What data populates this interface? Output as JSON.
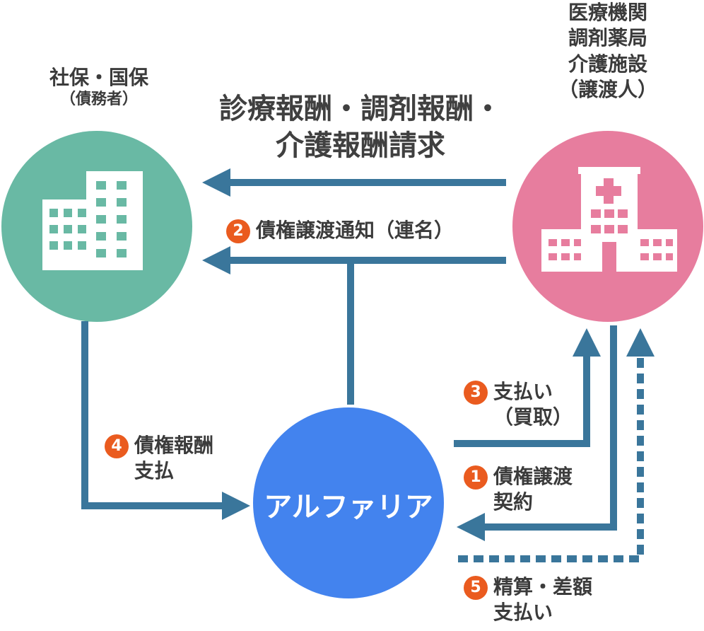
{
  "colors": {
    "arrow": "#3a769b",
    "debtor_circle": "#69b9a4",
    "transferor_circle": "#e77d9e",
    "alpharia_circle": "#4383ee",
    "badge": "#ea5b1f",
    "text": "#3b3b3b",
    "icon": "#ffffff"
  },
  "debtor": {
    "line1": "社保・国保",
    "line2": "（債務者）",
    "icon": "office-building-icon"
  },
  "transferor": {
    "line1": "医療機関",
    "line2": "調剤薬局",
    "line3": "介護施設",
    "line4": "（譲渡人）",
    "icon": "hospital-icon"
  },
  "alpharia": {
    "name": "アルファリア"
  },
  "claim": {
    "line1": "診療報酬・調剤報酬・",
    "line2": "介護報酬請求"
  },
  "steps": [
    {
      "number": "1",
      "line1": "債権譲渡",
      "line2": "契約"
    },
    {
      "number": "2",
      "line1": "債権譲渡通知（連名）",
      "line2": ""
    },
    {
      "number": "3",
      "line1": "支払い",
      "line2": "（買取）"
    },
    {
      "number": "4",
      "line1": "債権報酬",
      "line2": "支払"
    },
    {
      "number": "5",
      "line1": "精算・差額",
      "line2": "支払い"
    }
  ]
}
